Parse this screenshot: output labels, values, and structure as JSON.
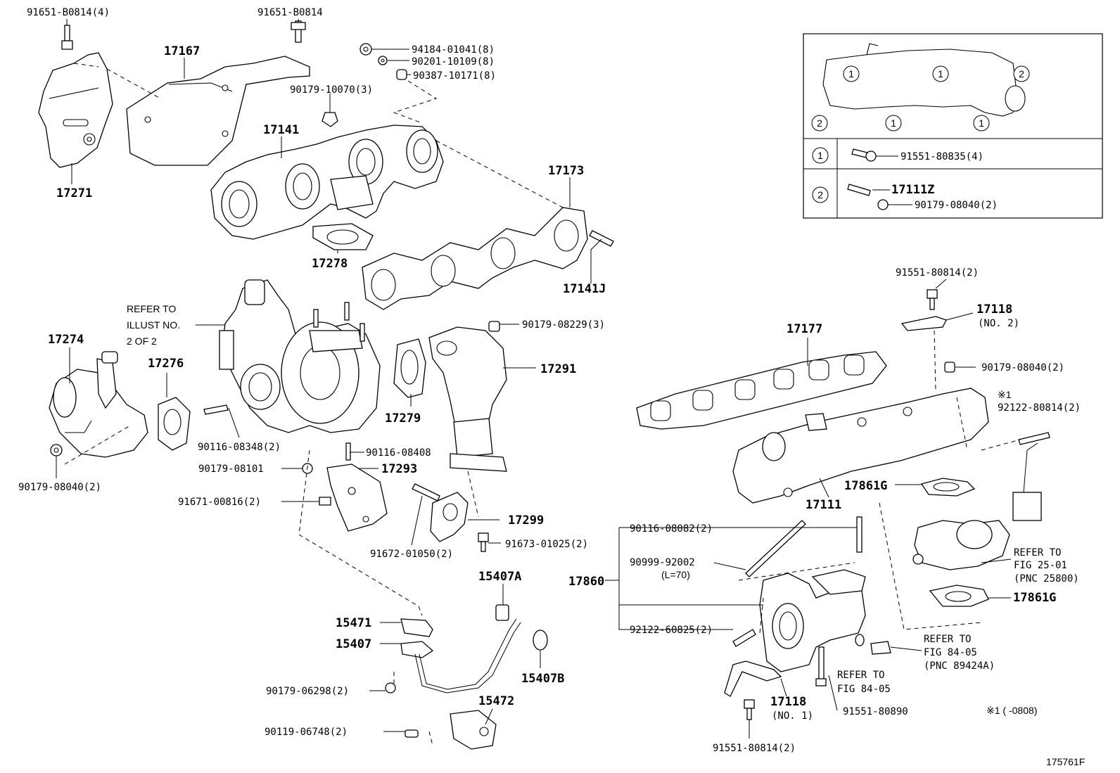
{
  "diagram_id": "175761F",
  "footnote": "※1 (      -0808)",
  "labels": {
    "p91651_B0814_4": "91651-B0814(4)",
    "p91651_B0814": "91651-B0814",
    "p17167": "17167",
    "p17271": "17271",
    "p94184": "94184-01041(8)",
    "p90201": "90201-10109(8)",
    "p90387": "90387-10171(8)",
    "p90179_10070": "90179-10070(3)",
    "p17141": "17141",
    "p17173": "17173",
    "p17278": "17278",
    "p17141J": "17141J",
    "refer_illust_1": "REFER TO",
    "refer_illust_2": "ILLUST NO.",
    "refer_illust_3": "2 OF 2",
    "p17274": "17274",
    "p17276": "17276",
    "p90179_08229": "90179-08229(3)",
    "p17291": "17291",
    "p17279": "17279",
    "p90116_08348": "90116-08348(2)",
    "p90116_08408": "90116-08408",
    "p90179_08101": "90179-08101",
    "p17293": "17293",
    "p90179_08040_left": "90179-08040(2)",
    "p91671": "91671-00816(2)",
    "p17299": "17299",
    "p91672": "91672-01050(2)",
    "p91673": "91673-01025(2)",
    "p15407A": "15407A",
    "p15471": "15471",
    "p15407": "15407",
    "p15407B": "15407B",
    "p90179_06298": "90179-06298(2)",
    "p15472": "15472",
    "p90119": "90119-06748(2)",
    "p91551_80814_top": "91551-80814(2)",
    "p17118_no2": "17118",
    "p17118_no2_sub": "(NO. 2)",
    "p17177": "17177",
    "p90179_08040_right": "90179-08040(2)",
    "note1_mark": "※1",
    "p92122_80814": "92122-80814(2)",
    "p17861G_a": "17861G",
    "p17111": "17111",
    "p90116_08082": "90116-08082(2)",
    "p90999": "90999-92002",
    "p90999_sub": "(L=70)",
    "p17860": "17860",
    "p92122_60825": "92122-60825(2)",
    "refer_fig25_1": "REFER TO",
    "refer_fig25_2": "FIG 25-01",
    "refer_fig25_3": "(PNC 25800)",
    "p17861G_b": "17861G",
    "refer_fig84a_1": "REFER TO",
    "refer_fig84a_2": "FIG 84-05",
    "refer_fig84a_3": "(PNC 89424A)",
    "refer_fig84b_1": "REFER TO",
    "refer_fig84b_2": "FIG 84-05",
    "p17118_no1": "17118",
    "p17118_no1_sub": "(NO. 1)",
    "p91551_80890": "91551-80890",
    "p91551_80814_bottom": "91551-80814(2)"
  },
  "inset": {
    "circle_1": "1",
    "circle_2": "2",
    "row1_part": "91551-80835(4)",
    "row2_part_a": "17111Z",
    "row2_part_b": "90179-08040(2)"
  }
}
